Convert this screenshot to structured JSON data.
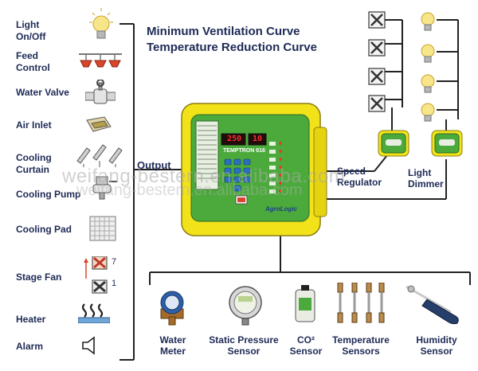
{
  "title": {
    "line1": "Minimum Ventilation Curve",
    "line2": "Temperature Reduction Curve"
  },
  "output_label": "Output",
  "speed_regulator_label": "Speed\nRegulator",
  "light_dimmer_label": "Light\nDimmer",
  "left_items": [
    {
      "label": "Light\nOn/Off",
      "icon": "light-bulb-icon"
    },
    {
      "label": "Feed\nControl",
      "icon": "feeder-icon"
    },
    {
      "label": "Water Valve",
      "icon": "water-valve-icon"
    },
    {
      "label": "Air Inlet",
      "icon": "air-inlet-icon"
    },
    {
      "label": "Cooling\nCurtain",
      "icon": "cooling-curtain-icon"
    },
    {
      "label": "Cooling Pump",
      "icon": "cooling-pump-icon"
    },
    {
      "label": "Cooling Pad",
      "icon": "cooling-pad-icon"
    },
    {
      "label": "Stage Fan",
      "icon": "stage-fan-icon"
    },
    {
      "label": "Heater",
      "icon": "heater-icon"
    },
    {
      "label": "Alarm",
      "icon": "alarm-speaker-icon"
    }
  ],
  "stage_fan_numbers": [
    "7",
    "1"
  ],
  "bottom_items": [
    {
      "label": "Water\nMeter",
      "icon": "water-meter-icon"
    },
    {
      "label": "Static Pressure\nSensor",
      "icon": "static-pressure-sensor-icon"
    },
    {
      "label": "CO²\nSensor",
      "icon": "co2-sensor-icon"
    },
    {
      "label": "Temperature\nSensors",
      "icon": "temperature-sensors-icon"
    },
    {
      "label": "Humidity\nSensor",
      "icon": "humidity-sensor-icon"
    }
  ],
  "controller": {
    "model": "TEMPTRON 616",
    "display_left": "250",
    "display_right": "10",
    "brand": "AgroLogic"
  },
  "watermark": {
    "line1": "weifang-bestern.en.alibaba.com",
    "line2": "weifang-bestern.en.alibaba.com"
  },
  "colors": {
    "label_text": "#1e2a56",
    "controller_housing": "#f2e21a",
    "controller_panel": "#4caa3c",
    "wire": "#222222"
  }
}
